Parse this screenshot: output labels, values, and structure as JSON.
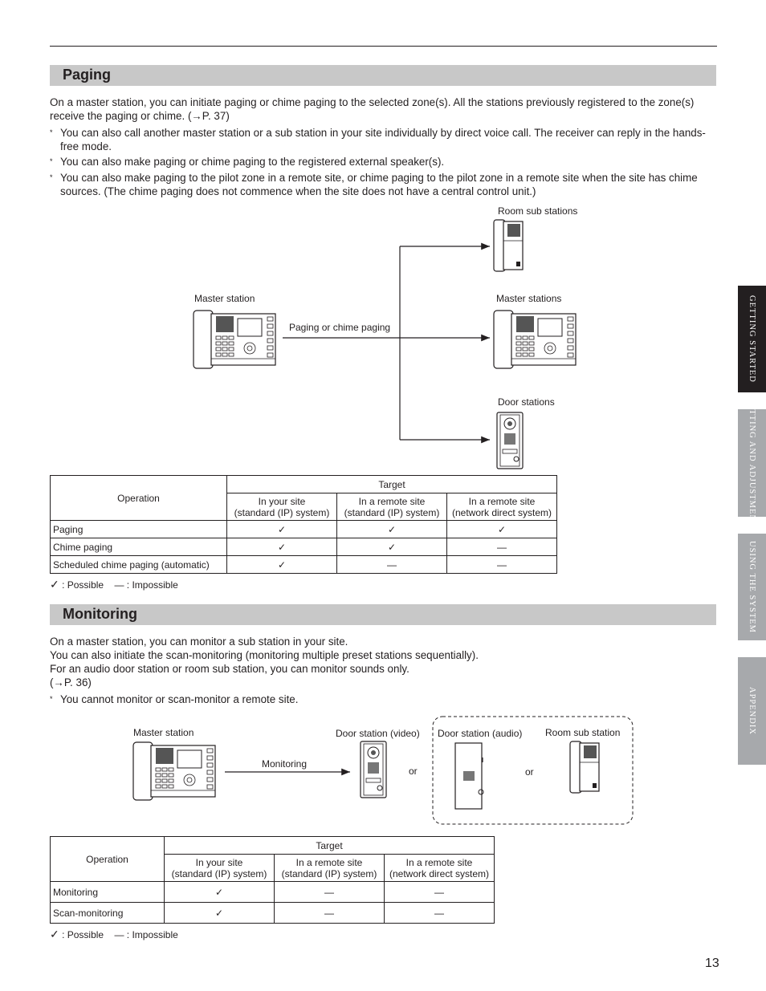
{
  "paging": {
    "title": "Paging",
    "intro": "On a master station, you can initiate paging or chime paging to the selected zone(s). All the stations previously registered to the zone(s) receive the paging or chime. (→P. 37)",
    "notes": [
      "You can also call another master station or a sub station in your site individually by direct voice call. The receiver can reply in the hands-free mode.",
      "You can also make paging or chime paging to the registered external speaker(s).",
      "You can also make paging to the pilot zone in a remote site, or chime paging to the pilot zone in a remote site when the site has chime sources. (The chime paging does not commence when the site does not have a central control unit.)"
    ],
    "diagram": {
      "source_label": "Master station",
      "arrow_label": "Paging or chime paging",
      "targets": [
        "Room sub stations",
        "Master stations",
        "Door stations"
      ]
    },
    "table": {
      "operation_header": "Operation",
      "target_header": "Target",
      "columns": [
        "In your site\n(standard (IP) system)",
        "In a remote site\n(standard (IP) system)",
        "In a remote site\n(network direct system)"
      ],
      "rows": [
        {
          "operation": "Paging",
          "cells": [
            "✓",
            "✓",
            "✓"
          ]
        },
        {
          "operation": "Chime paging",
          "cells": [
            "✓",
            "✓",
            "—"
          ]
        },
        {
          "operation": "Scheduled chime paging (automatic)",
          "cells": [
            "✓",
            "—",
            "—"
          ]
        }
      ]
    },
    "legend_possible": ": Possible",
    "legend_impossible": "— : Impossible"
  },
  "monitoring": {
    "title": "Monitoring",
    "intro_lines": [
      "On a master station, you can monitor a sub station in your site.",
      "You can also initiate the scan-monitoring (monitoring multiple preset stations sequentially).",
      "For an audio door station or room sub station, you can monitor sounds only.",
      "(→P. 36)"
    ],
    "notes": [
      "You cannot monitor or scan-monitor a remote site."
    ],
    "diagram": {
      "source_label": "Master station",
      "arrow_label": "Monitoring",
      "targets": [
        "Door station (video)",
        "Door station (audio)",
        "Room sub station"
      ],
      "or": "or"
    },
    "table": {
      "operation_header": "Operation",
      "target_header": "Target",
      "columns": [
        "In your site\n(standard (IP) system)",
        "In a remote site\n(standard (IP) system)",
        "In a remote site\n(network direct system)"
      ],
      "rows": [
        {
          "operation": "Monitoring",
          "cells": [
            "✓",
            "—",
            "—"
          ]
        },
        {
          "operation": "Scan-monitoring",
          "cells": [
            "✓",
            "—",
            "—"
          ]
        }
      ]
    },
    "legend_possible": ": Possible",
    "legend_impossible": "— : Impossible"
  },
  "side_tabs": [
    {
      "label": "GETTING STARTED",
      "active": true
    },
    {
      "label": "SETTING AND ADJUSTMENT",
      "active": false
    },
    {
      "label": "USING THE SYSTEM",
      "active": false
    },
    {
      "label": "APPENDIX",
      "active": false
    }
  ],
  "page_number": "13",
  "colors": {
    "section_bar": "#c8c8c8",
    "tab_active": "#231f20",
    "tab_inactive": "#a7a9ac",
    "text": "#231f20"
  }
}
